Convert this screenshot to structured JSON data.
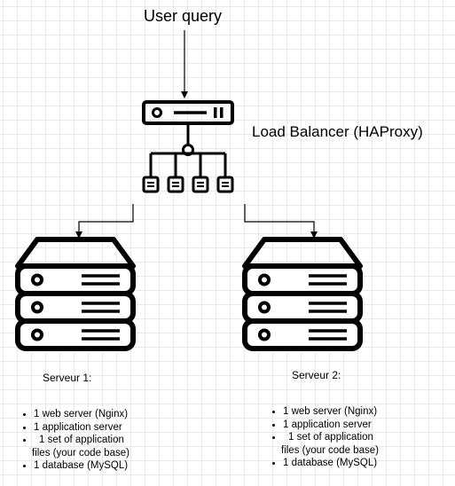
{
  "title": "User query",
  "load_balancer": {
    "label": "Load Balancer (HAProxy)"
  },
  "servers": [
    {
      "label": "Serveur 1:",
      "items": [
        "1 web server (Nginx)",
        "1 application server",
        "1 set of application",
        "files (your code base)",
        "1 database (MySQL)"
      ]
    },
    {
      "label": "Serveur 2:",
      "items": [
        "1 web server (Nginx)",
        "1 application server",
        "1 set of application",
        "files (your code base)",
        "1 database (MySQL)"
      ]
    }
  ],
  "colors": {
    "stroke": "#000000",
    "grid": "#e9e9e9",
    "background": "#ffffff"
  }
}
